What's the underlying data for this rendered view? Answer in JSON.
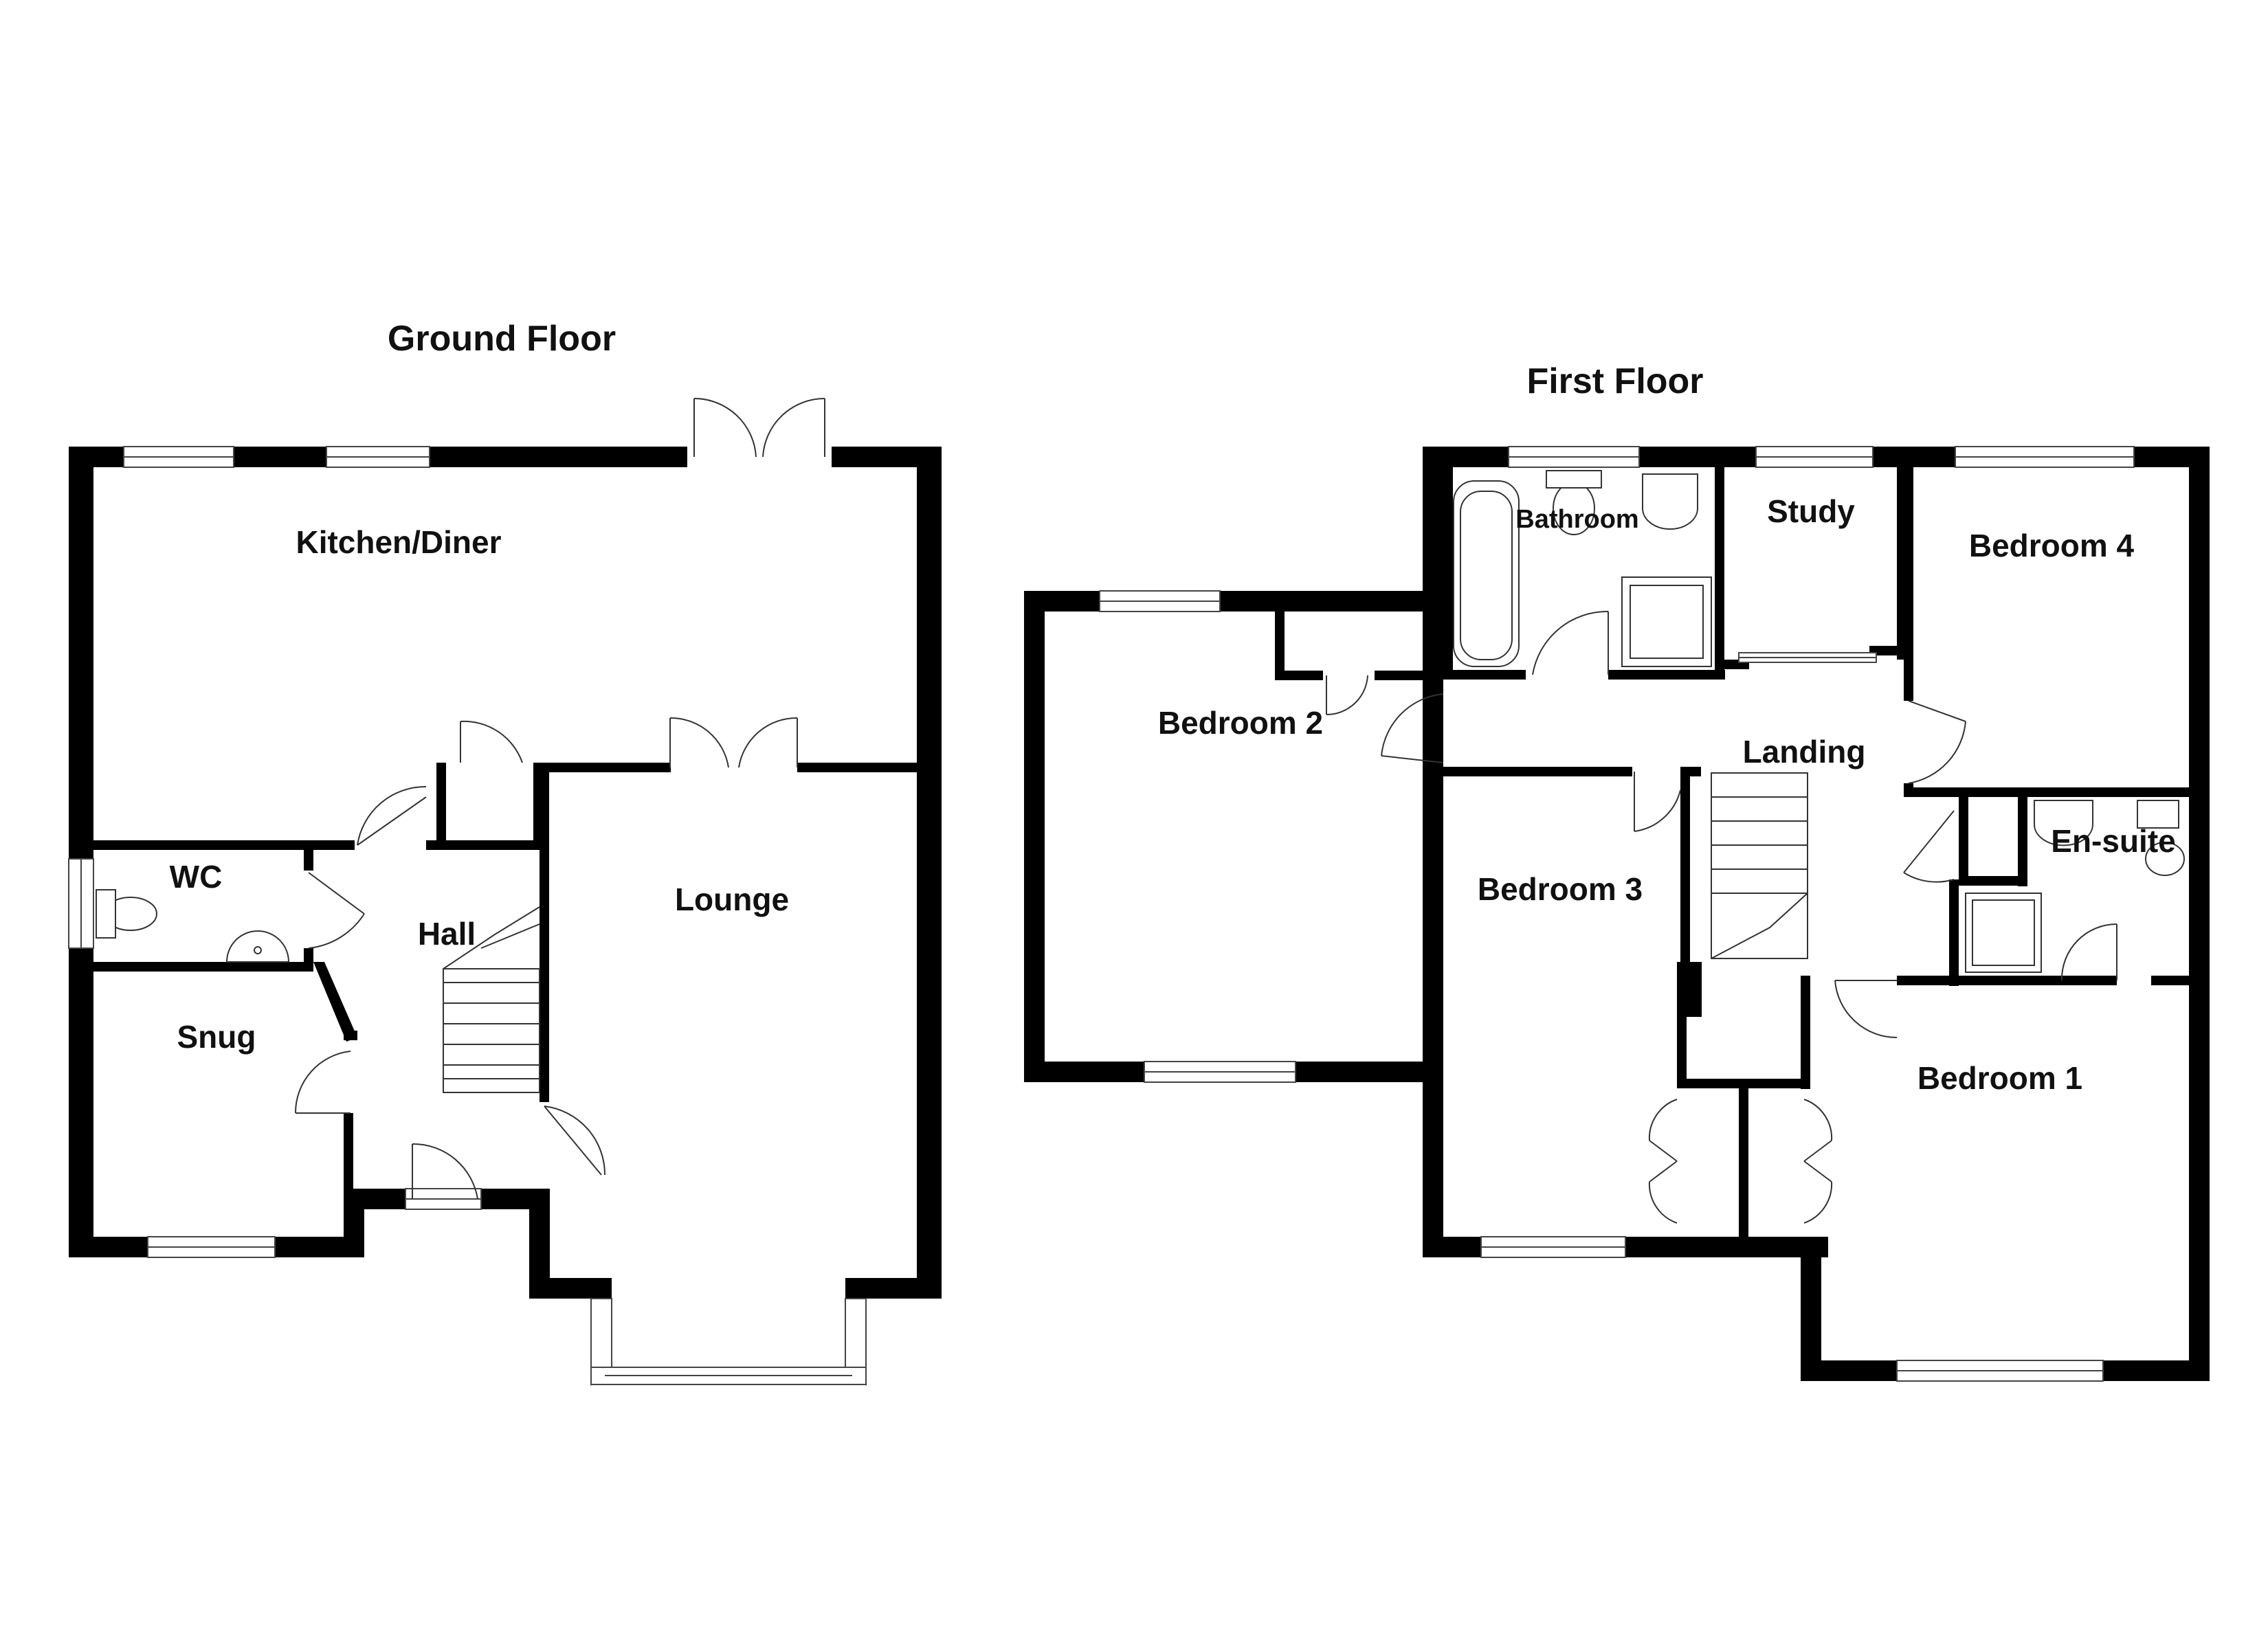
{
  "floors": {
    "ground": {
      "title": "Ground Floor",
      "rooms": {
        "kitchen_diner": "Kitchen/Diner",
        "wc": "WC",
        "hall": "Hall",
        "lounge": "Lounge",
        "snug": "Snug"
      }
    },
    "first": {
      "title": "First Floor",
      "rooms": {
        "bathroom": "Bathroom",
        "study": "Study",
        "bedroom4": "Bedroom 4",
        "bedroom2": "Bedroom 2",
        "landing": "Landing",
        "ensuite": "En-suite",
        "bedroom3": "Bedroom 3",
        "bedroom1": "Bedroom 1"
      }
    }
  },
  "colors": {
    "wall": "#000000",
    "background": "#ffffff",
    "fixture_line": "#333333"
  }
}
